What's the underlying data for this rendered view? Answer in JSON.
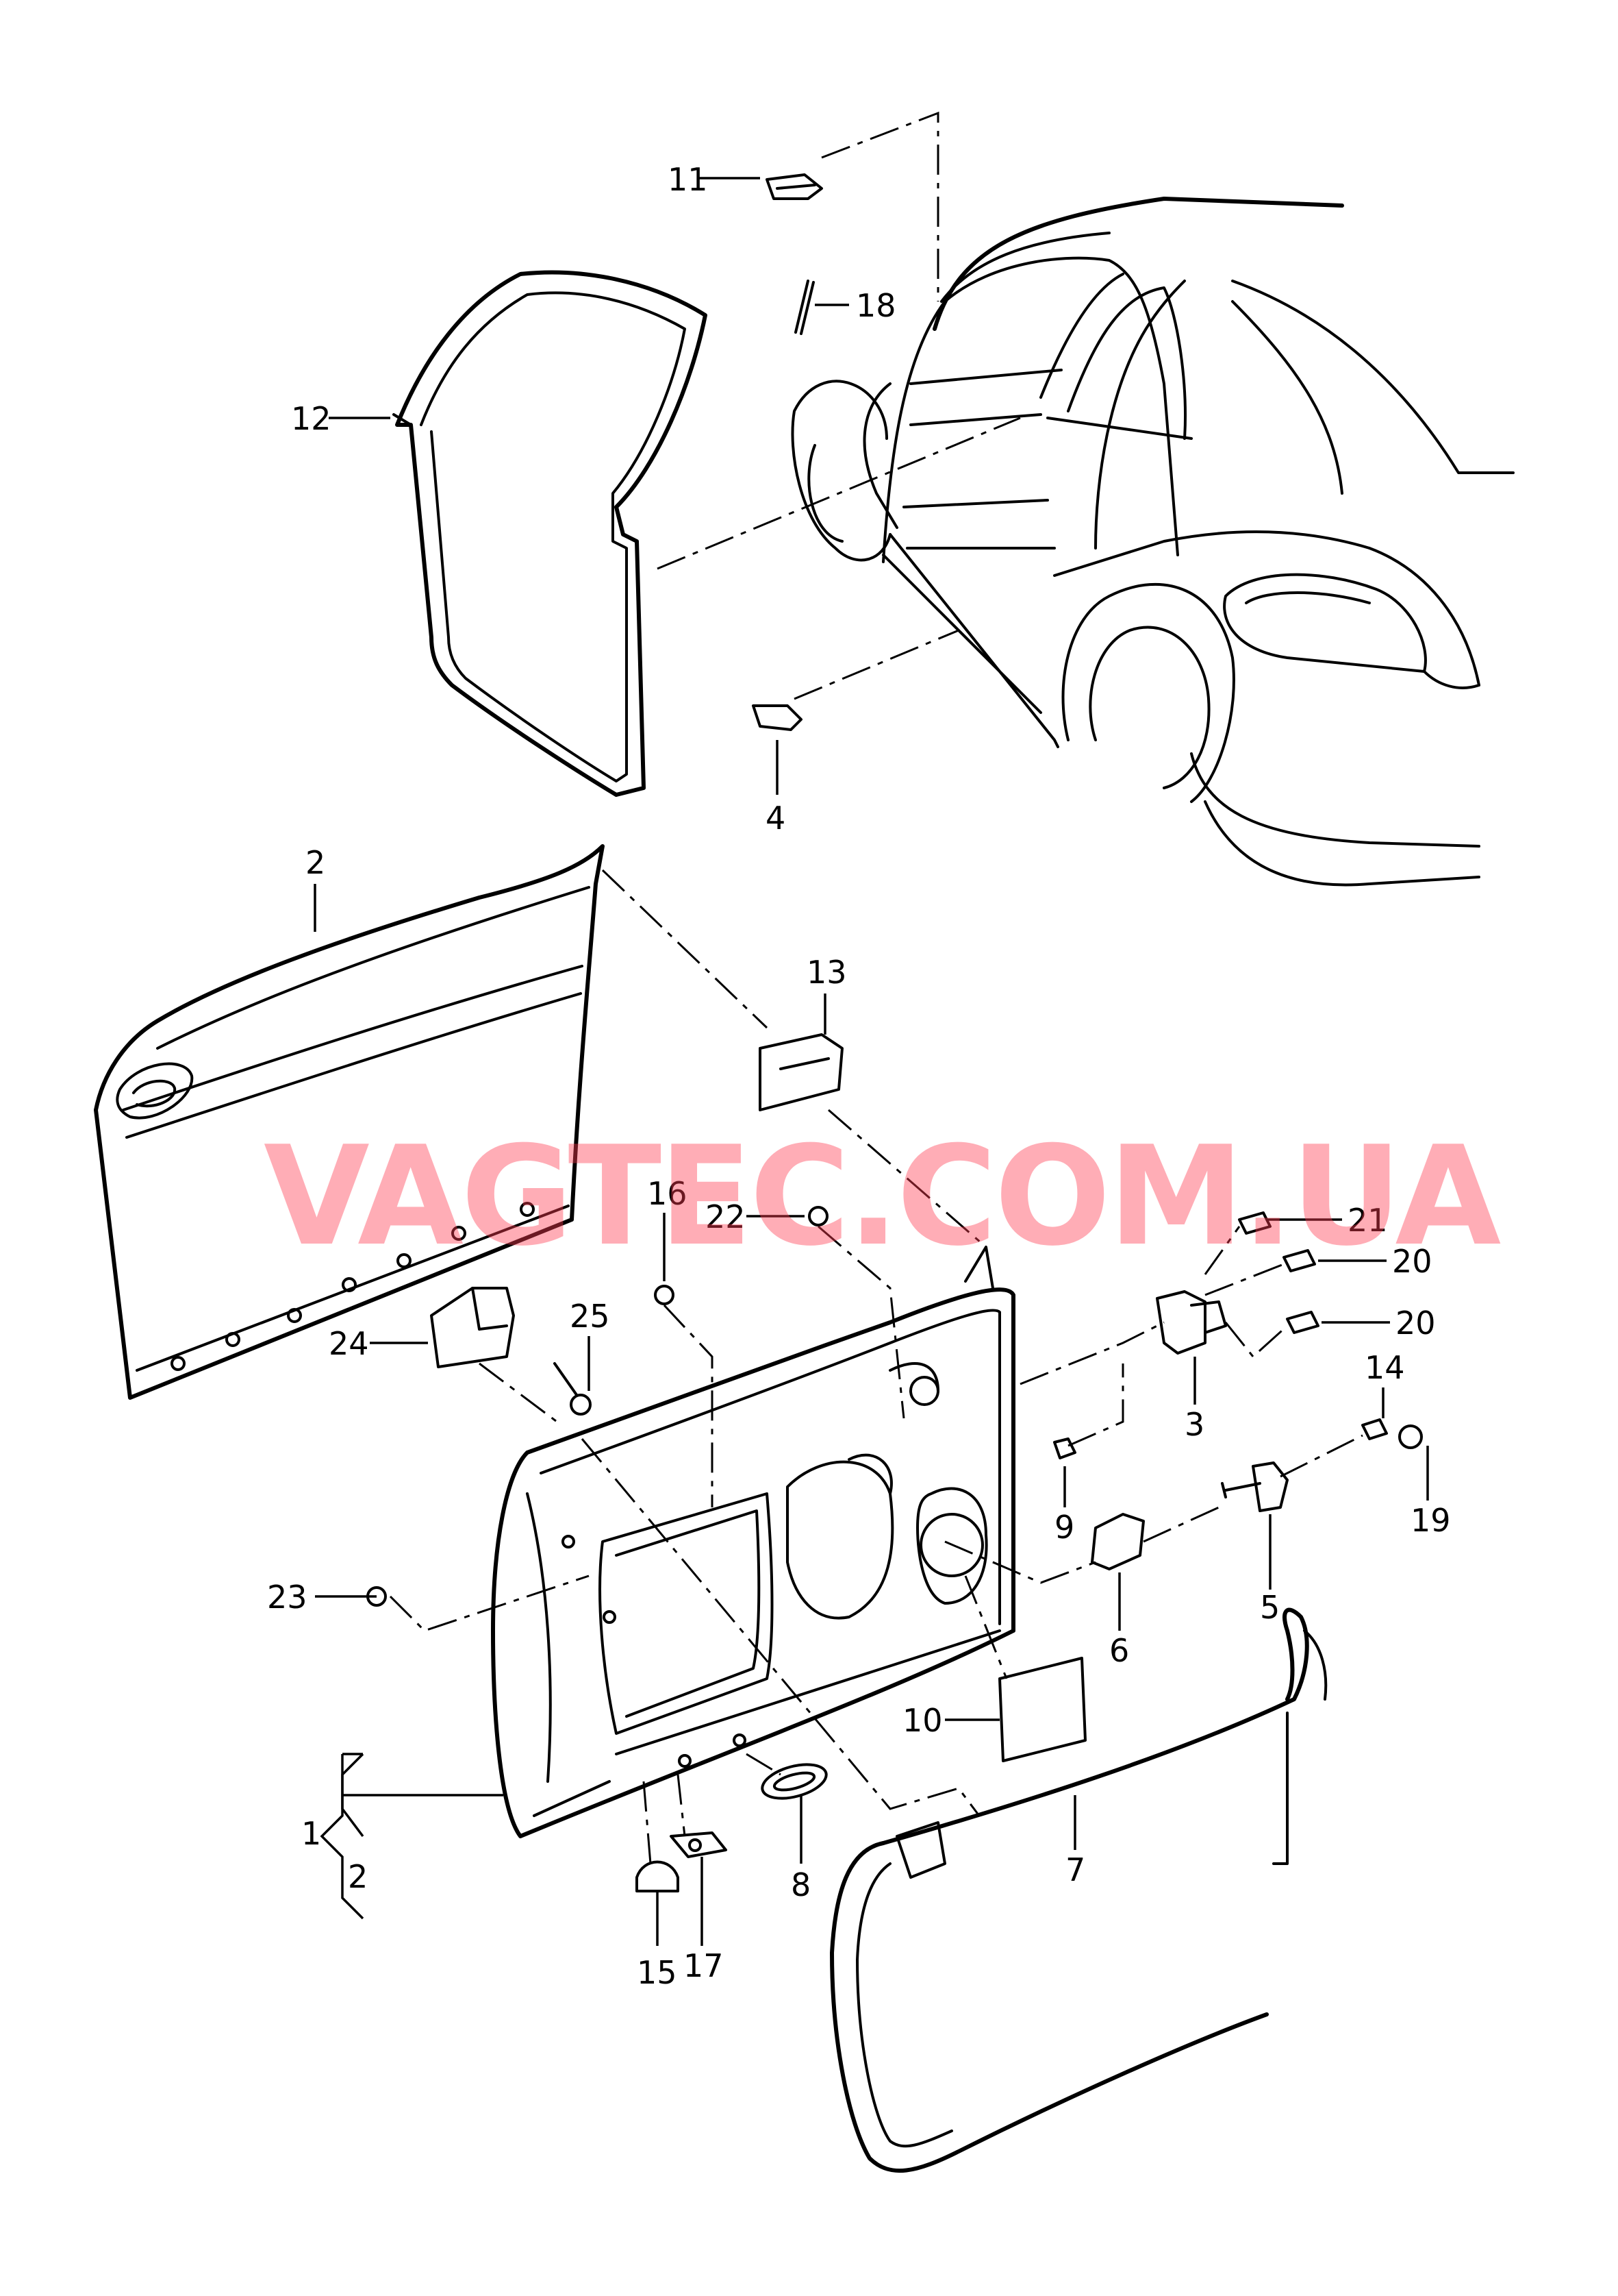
{
  "watermark": "VAGTEC.COM.UA",
  "callouts": {
    "c1": "1",
    "c1_sub": "2",
    "c2": "2",
    "c3": "3",
    "c4": "4",
    "c5": "5",
    "c6": "6",
    "c7": "7",
    "c8": "8",
    "c9": "9",
    "c10": "10",
    "c11": "11",
    "c12": "12",
    "c13": "13",
    "c14": "14",
    "c15": "15",
    "c16": "16",
    "c17": "17",
    "c18": "18",
    "c19": "19",
    "c20a": "20",
    "c20b": "20",
    "c21": "21",
    "c22": "22",
    "c23": "23",
    "c24": "24",
    "c25": "25"
  },
  "colors": {
    "watermark": "#ff3b50",
    "line": "#000000",
    "background": "#ffffff"
  }
}
